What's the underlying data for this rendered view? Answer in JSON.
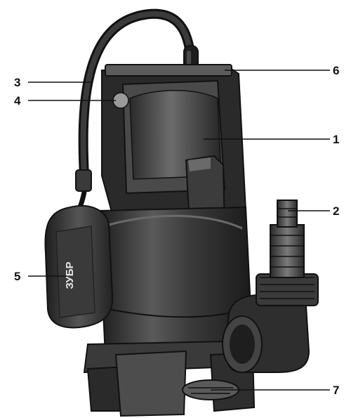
{
  "figure": {
    "callouts": [
      {
        "number": "1",
        "side": "right"
      },
      {
        "number": "2",
        "side": "right"
      },
      {
        "number": "3",
        "side": "left"
      },
      {
        "number": "4",
        "side": "left"
      },
      {
        "number": "5",
        "side": "left"
      },
      {
        "number": "6",
        "side": "right"
      },
      {
        "number": "7",
        "side": "right"
      }
    ],
    "float_switch_logo": "ЗУБР",
    "colors": {
      "body_dark": "#2b2b2b",
      "body_mid": "#4a4a4a",
      "body_light": "#8a8a8a",
      "outline": "#111111",
      "background": "#ffffff"
    }
  }
}
